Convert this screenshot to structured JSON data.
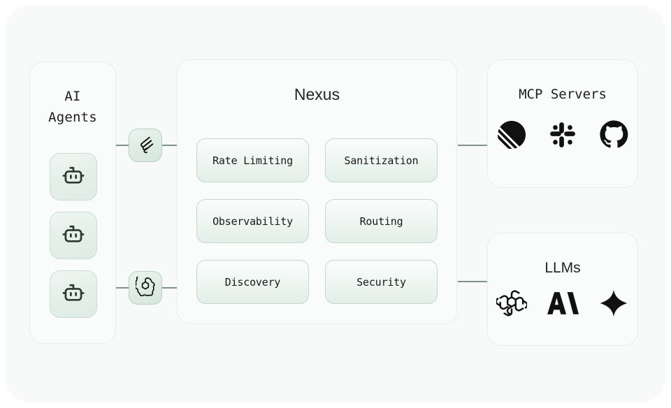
{
  "diagram": {
    "agents_panel": {
      "title": "AI\nAgents",
      "title_line1": "AI",
      "title_line2": "Agents",
      "agents": [
        {
          "icon": "robot-icon",
          "label": "AI Agent 1"
        },
        {
          "icon": "robot-icon",
          "label": "AI Agent 2"
        },
        {
          "icon": "robot-icon",
          "label": "AI Agent 3"
        }
      ]
    },
    "connector_badges": [
      {
        "icon": "claude-icon",
        "label": "Claude"
      },
      {
        "icon": "openai-icon",
        "label": "OpenAI"
      }
    ],
    "nexus_panel": {
      "title": "Nexus",
      "features": [
        {
          "label": "Rate Limiting"
        },
        {
          "label": "Sanitization"
        },
        {
          "label": "Observability"
        },
        {
          "label": "Routing"
        },
        {
          "label": "Discovery"
        },
        {
          "label": "Security"
        }
      ]
    },
    "mcp_panel": {
      "title": "MCP Servers",
      "logos": [
        {
          "icon": "striped-circle-icon",
          "label": "Striped Circle Server"
        },
        {
          "icon": "slack-icon",
          "label": "Slack"
        },
        {
          "icon": "github-icon",
          "label": "GitHub"
        }
      ]
    },
    "llms_panel": {
      "title": "LLMs",
      "logos": [
        {
          "icon": "openai-icon",
          "label": "OpenAI"
        },
        {
          "icon": "anthropic-icon",
          "label": "Anthropic"
        },
        {
          "icon": "gemini-star-icon",
          "label": "Gemini"
        }
      ]
    },
    "colors": {
      "page_background": "#ffffff",
      "card_background": "#f7faf9",
      "panel_background": "#fafcfb",
      "panel_border": "#e6eeeb",
      "pill_border": "#c3d7cd",
      "connector_line": "#7f938c",
      "text": "#1c1f1e",
      "logo_ink": "#121212"
    }
  }
}
